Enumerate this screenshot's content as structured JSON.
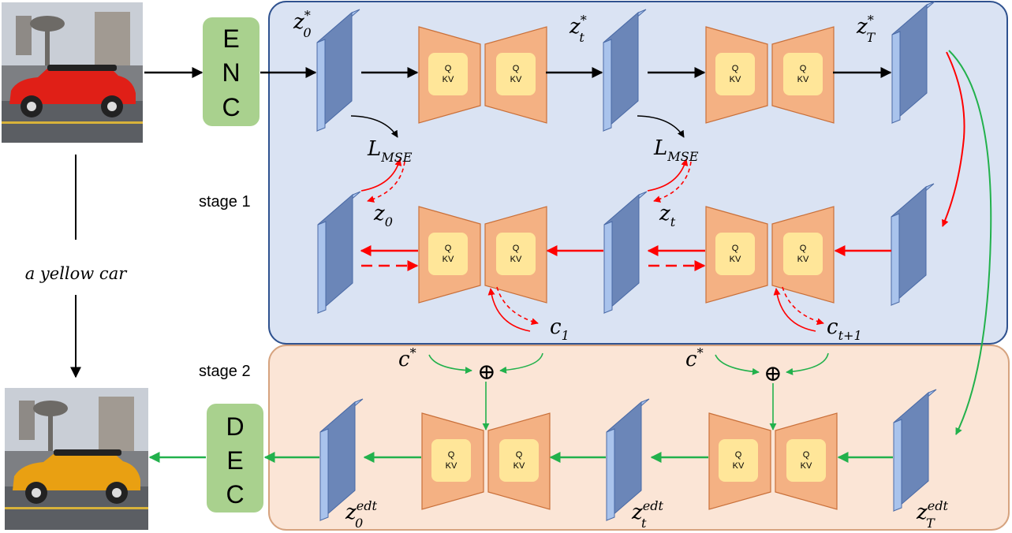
{
  "encoder": {
    "letters": [
      "E",
      "N",
      "C"
    ]
  },
  "decoder": {
    "letters": [
      "D",
      "E",
      "C"
    ]
  },
  "prompt": "a yellow car",
  "stages": {
    "stage1": "stage 1",
    "stage2": "stage 2"
  },
  "unet_block": {
    "line1": "Q",
    "line2": "KV"
  },
  "latents": {
    "z0_star": {
      "base": "z",
      "sub": "0",
      "sup": "*"
    },
    "zt_star": {
      "base": "z",
      "sub": "t",
      "sup": "*"
    },
    "zT_star": {
      "base": "z",
      "sub": "T",
      "sup": "*"
    },
    "z0": {
      "base": "z",
      "sub": "0"
    },
    "zt": {
      "base": "z",
      "sub": "t"
    },
    "z0_edt": {
      "base": "z",
      "sub": "0",
      "sup": "edt"
    },
    "zt_edt": {
      "base": "z",
      "sub": "t",
      "sup": "edt"
    },
    "zT_edt": {
      "base": "z",
      "sub": "T",
      "sup": "edt"
    }
  },
  "loss": {
    "base": "L",
    "sub": "MSE"
  },
  "conds": {
    "c1": {
      "base": "c",
      "sub": "1"
    },
    "ct1": {
      "base": "c",
      "sub": "t+1"
    },
    "cstar": {
      "base": "c",
      "sup": "*"
    }
  },
  "plus_symbol": "⊕",
  "images": {
    "input": {
      "car_color": "#e01f17"
    },
    "output": {
      "car_color": "#e9a012"
    }
  },
  "colors": {
    "stage1_fill": "#dae3f3",
    "stage1_stroke": "#2f528f",
    "stage2_fill": "#fbe5d6",
    "stage2_stroke": "#d6a37f",
    "encdec_fill": "#a9d18e",
    "latent_front": "#6b86b8",
    "latent_edge": "#a9c3ec",
    "unet_fill": "#f4b183",
    "unet_stroke": "#c9703a",
    "qkv_fill": "#ffe699",
    "forward": "#000000",
    "backward": "#ff0000",
    "edit": "#22b14c"
  }
}
